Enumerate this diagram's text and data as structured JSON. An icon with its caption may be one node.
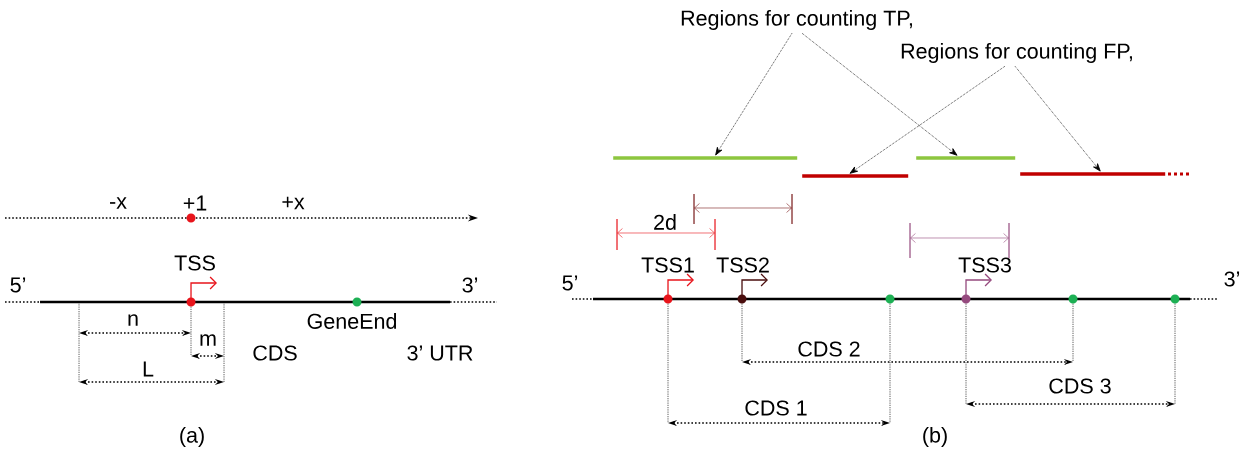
{
  "diagram": {
    "nodes": [
      {
        "text": [
          "Regions for counting TP,"
        ]
      },
      {
        "text": [
          "Regions for counting FP,"
        ]
      },
      {
        "text": [],
        "shape": "bar"
      },
      {
        "text": [],
        "shape": "bar"
      },
      {
        "text": [],
        "shape": "bar"
      },
      {
        "text": [],
        "shape": "bar"
      }
    ],
    "edges": [
      {
        "from": 0,
        "to": 2,
        "arrow": "to"
      },
      {
        "from": 0,
        "to": 4,
        "arrow": "to"
      },
      {
        "from": 1,
        "to": 3,
        "arrow": "to"
      },
      {
        "from": 1,
        "to": 5,
        "arrow": "to"
      }
    ],
    "labels": [
      "-x",
      "+1",
      "+x",
      "5’",
      "TSS",
      "3’",
      "n",
      "GeneEnd",
      "m",
      "CDS",
      "3’ UTR",
      "L",
      "(a)",
      "2d",
      "TSS1",
      "TSS2",
      "TSS3",
      "5’",
      "3’",
      "CDS 2",
      "CDS 3",
      "CDS 1",
      "(b)"
    ]
  }
}
